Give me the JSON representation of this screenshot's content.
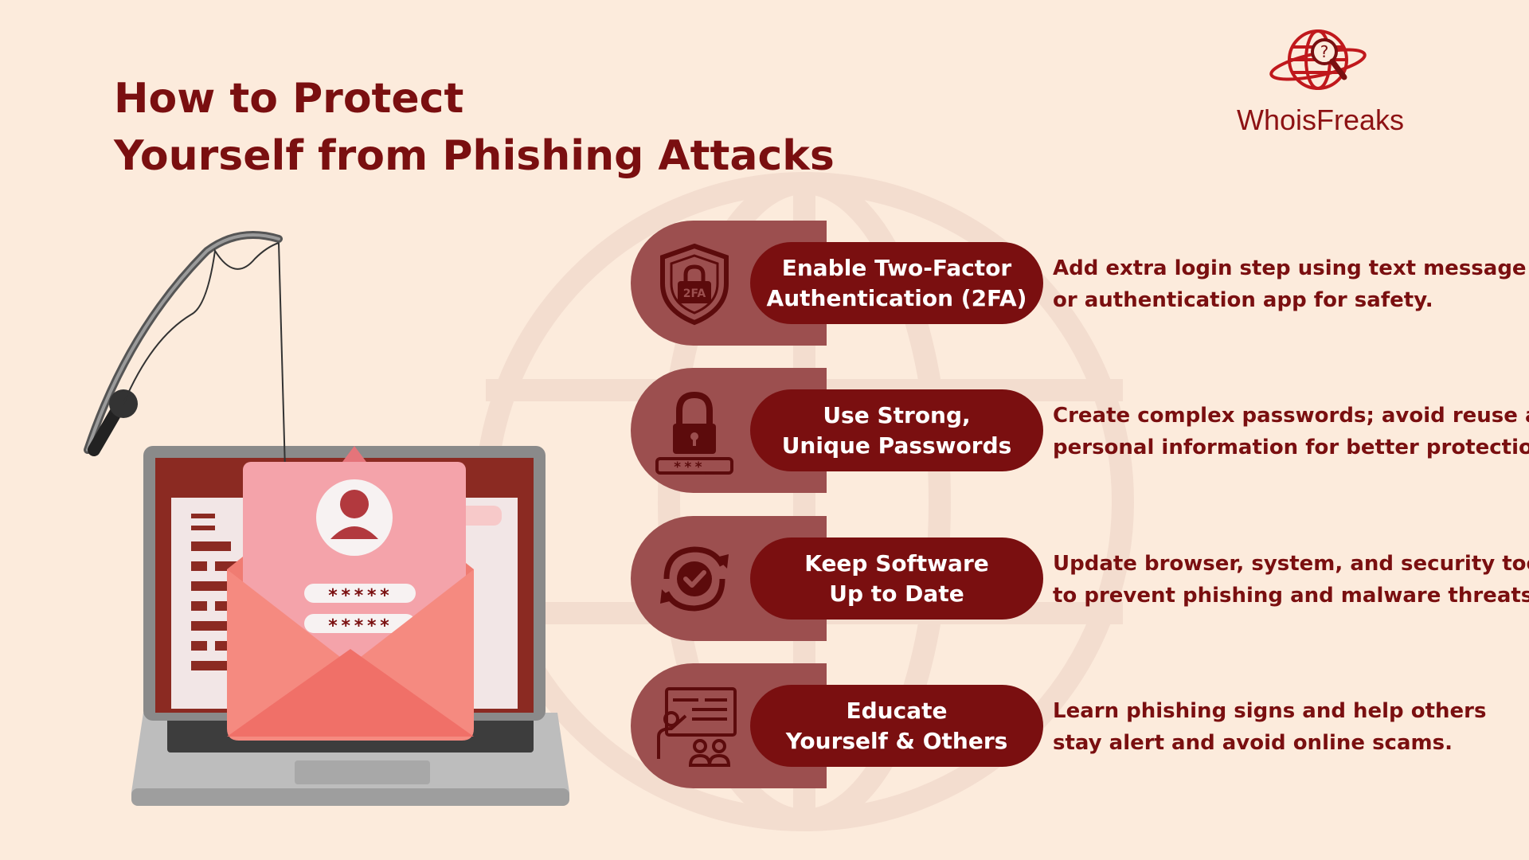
{
  "title": {
    "line1": "How to Protect",
    "line2": "Yourself from Phishing Attacks"
  },
  "logo": {
    "text": "WhoisFreaks",
    "icon": "globe-magnifier-icon"
  },
  "illustration": {
    "icon": "phishing-rod-envelope-laptop",
    "password_mask_1": "*****",
    "password_mask_2": "*****"
  },
  "colors": {
    "background": "#fcebdc",
    "primary": "#7a0f10",
    "tab": "#9c4f4f"
  },
  "items": [
    {
      "icon": "shield-2fa-icon",
      "icon_label": "2FA",
      "title1": "Enable Two-Factor",
      "title2": "Authentication (2FA)",
      "desc1": "Add extra login step using text message",
      "desc2": "or authentication app for safety."
    },
    {
      "icon": "padlock-password-icon",
      "icon_label": "***_",
      "title1": "Use Strong,",
      "title2": "Unique Passwords",
      "desc1": "Create complex passwords; avoid reuse and",
      "desc2": "personal information for better protection."
    },
    {
      "icon": "update-check-icon",
      "title1": "Keep Software",
      "title2": "Up to Date",
      "desc1": "Update browser, system, and security tools",
      "desc2": "to prevent phishing and malware threats."
    },
    {
      "icon": "presentation-audience-icon",
      "title1": "Educate",
      "title2": "Yourself & Others",
      "desc1": "Learn phishing signs and help others",
      "desc2": "stay alert and avoid online scams."
    }
  ]
}
